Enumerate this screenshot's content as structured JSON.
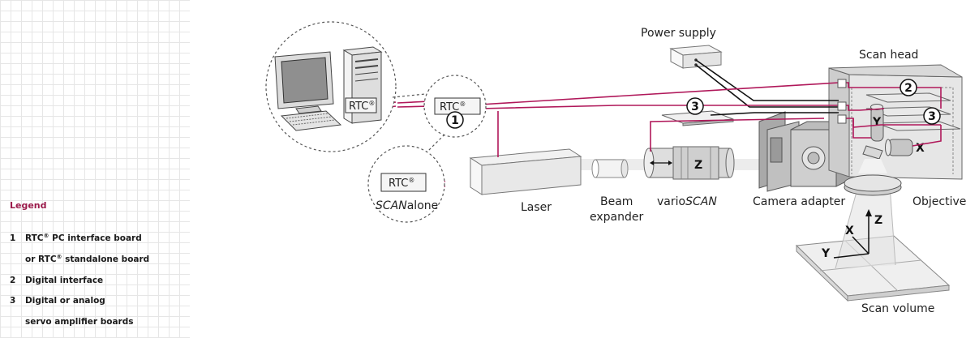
{
  "legend": {
    "title": "Legend",
    "items": [
      {
        "number": "1",
        "lines": [
          "RTC® PC interface board",
          "or RTC® standalone board"
        ]
      },
      {
        "number": "2",
        "lines": [
          "Digital interface"
        ]
      },
      {
        "number": "3",
        "lines": [
          "Digital or analog",
          "servo amplifier boards"
        ]
      }
    ]
  },
  "components": {
    "power_supply": "Power supply",
    "scan_head": "Scan head",
    "laser": "Laser",
    "beam_expander": [
      "Beam",
      "expander"
    ],
    "varioscan_prefix": "vario",
    "varioscan_italic": "SCAN",
    "camera_adapter": "Camera adapter",
    "objective": "Objective",
    "scanalone_italic": "SCAN",
    "scanalone_suffix": "alone",
    "scan_volume": "Scan volume"
  },
  "board_label": "RTC",
  "board_mark": "®",
  "markers": {
    "one": "1",
    "two": "2",
    "three": "3"
  },
  "axes": {
    "x": "X",
    "y": "Y",
    "z": "Z"
  },
  "colors": {
    "signal": "#b0185a",
    "legend_title": "#9b1b4b",
    "cable": "#111111"
  }
}
